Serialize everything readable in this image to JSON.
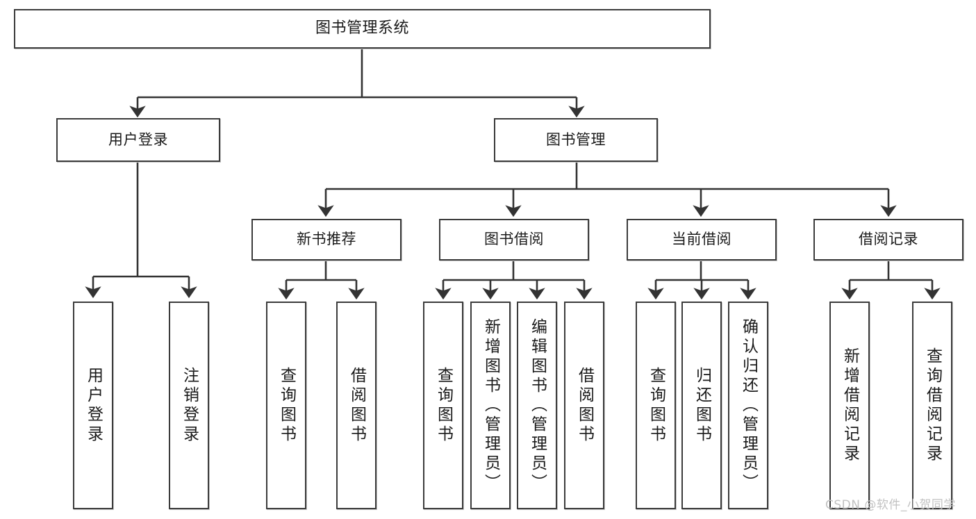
{
  "diagram": {
    "type": "tree-hierarchy-diagram",
    "title": "图书管理系统",
    "watermark": "CSDN @软件_小贺同学",
    "style": {
      "background": "#ffffff",
      "box_border": "#3b3b3b",
      "box_fill": "#ffffff",
      "edge_color": "#333333",
      "text_color": "#1a1a1a",
      "watermark_color": "#c2c2c2"
    },
    "levels": {
      "level1": [
        "图书管理系统"
      ],
      "level2": [
        "用户登录",
        "图书管理"
      ],
      "level3": [
        "新书推荐",
        "图书借阅",
        "当前借阅",
        "借阅记录"
      ],
      "level4": [
        "用户登录",
        "注销登录",
        "查询图书",
        "借阅图书",
        "查询图书",
        "新增图书（管理员）",
        "编辑图书（管理员）",
        "借阅图书",
        "查询图书",
        "归还图书",
        "确认归还（管理员）",
        "新增借阅记录",
        "查询借阅记录"
      ]
    },
    "nodes": {
      "root": {
        "id": "root",
        "label": "图书管理系统"
      },
      "user_login": {
        "id": "user-login",
        "label": "用户登录"
      },
      "book_manage": {
        "id": "book-manage",
        "label": "图书管理"
      },
      "new_book_rec": {
        "id": "new-book-recommend",
        "label": "新书推荐"
      },
      "book_borrow": {
        "id": "book-borrow",
        "label": "图书借阅"
      },
      "current_borrow": {
        "id": "current-borrow",
        "label": "当前借阅"
      },
      "borrow_record": {
        "id": "borrow-record",
        "label": "借阅记录"
      },
      "leaf_user_login": {
        "id": "leaf-user-login",
        "label": "用户登录"
      },
      "leaf_logout": {
        "id": "leaf-logout",
        "label": "注销登录"
      },
      "leaf_query_book_1": {
        "id": "leaf-query-book-1",
        "label": "查询图书"
      },
      "leaf_borrow_book_1": {
        "id": "leaf-borrow-book-1",
        "label": "借阅图书"
      },
      "leaf_query_book_2": {
        "id": "leaf-query-book-2",
        "label": "查询图书"
      },
      "leaf_add_book": {
        "id": "leaf-add-book",
        "label": "新增图书（管理员）"
      },
      "leaf_edit_book": {
        "id": "leaf-edit-book",
        "label": "编辑图书（管理员）"
      },
      "leaf_borrow_book_2": {
        "id": "leaf-borrow-book-2",
        "label": "借阅图书"
      },
      "leaf_query_book_3": {
        "id": "leaf-query-book-3",
        "label": "查询图书"
      },
      "leaf_return_book": {
        "id": "leaf-return-book",
        "label": "归还图书"
      },
      "leaf_confirm_return": {
        "id": "leaf-confirm-return",
        "label": "确认归还（管理员）"
      },
      "leaf_add_record": {
        "id": "leaf-add-record",
        "label": "新增借阅记录"
      },
      "leaf_query_record": {
        "id": "leaf-query-record",
        "label": "查询借阅记录"
      }
    },
    "edges": [
      {
        "from": "图书管理系统",
        "to": "用户登录"
      },
      {
        "from": "图书管理系统",
        "to": "图书管理"
      },
      {
        "from": "用户登录",
        "to": "用户登录"
      },
      {
        "from": "用户登录",
        "to": "注销登录"
      },
      {
        "from": "图书管理",
        "to": "新书推荐"
      },
      {
        "from": "图书管理",
        "to": "图书借阅"
      },
      {
        "from": "图书管理",
        "to": "当前借阅"
      },
      {
        "from": "图书管理",
        "to": "借阅记录"
      },
      {
        "from": "新书推荐",
        "to": "查询图书"
      },
      {
        "from": "新书推荐",
        "to": "借阅图书"
      },
      {
        "from": "图书借阅",
        "to": "查询图书"
      },
      {
        "from": "图书借阅",
        "to": "新增图书（管理员）"
      },
      {
        "from": "图书借阅",
        "to": "编辑图书（管理员）"
      },
      {
        "from": "图书借阅",
        "to": "借阅图书"
      },
      {
        "from": "当前借阅",
        "to": "查询图书"
      },
      {
        "from": "当前借阅",
        "to": "归还图书"
      },
      {
        "from": "当前借阅",
        "to": "确认归还（管理员）"
      },
      {
        "from": "借阅记录",
        "to": "新增借阅记录"
      },
      {
        "from": "借阅记录",
        "to": "查询借阅记录"
      }
    ]
  }
}
